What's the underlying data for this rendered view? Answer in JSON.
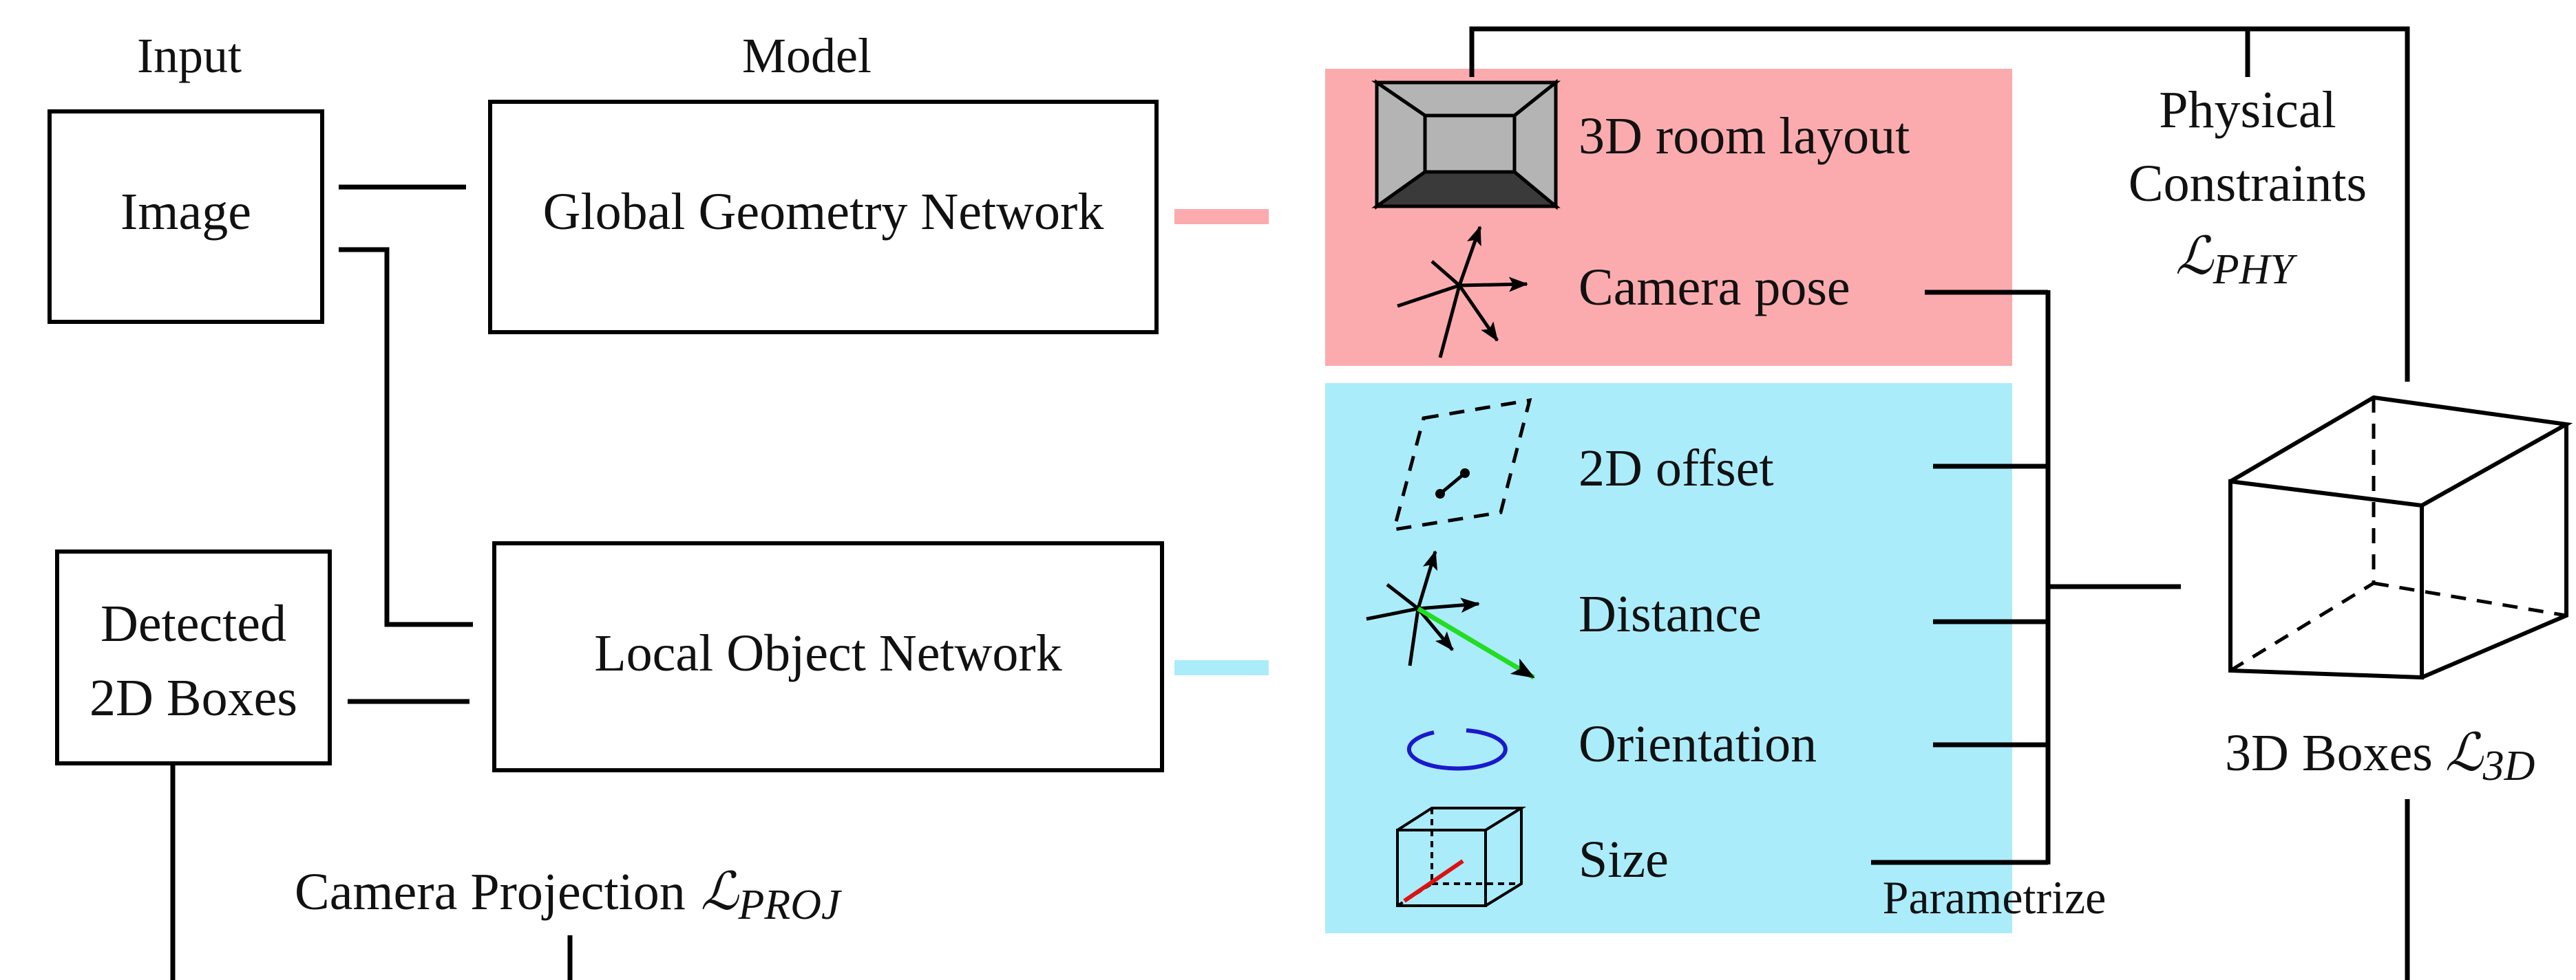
{
  "headers": {
    "input": "Input",
    "model": "Model"
  },
  "inputs": {
    "image": "Image",
    "detected_line1": "Detected",
    "detected_line2": "2D Boxes"
  },
  "networks": {
    "global": "Global Geometry Network",
    "local": "Local Object Network"
  },
  "outputs": {
    "global": [
      "3D room layout",
      "Camera pose"
    ],
    "local": [
      "2D offset",
      "Distance",
      "Orientation",
      "Size"
    ]
  },
  "parametrize": "Parametrize",
  "losses": {
    "physical_line1": "Physical",
    "physical_line2": "Constraints",
    "physical_symbol": "ℒ",
    "physical_sub": "PHY",
    "boxes_label": "3D Boxes",
    "boxes_symbol": "ℒ",
    "boxes_sub": "3D",
    "projection_label": "Camera Projection",
    "projection_symbol": "ℒ",
    "projection_sub": "PROJ"
  },
  "colors": {
    "global_fill": "#fbabae",
    "local_fill": "#abecfb",
    "room_light": "#b4b4b4",
    "room_dark": "#3a3a3a",
    "distance_arrow": "#22dd22",
    "orientation": "#1a1acc",
    "size_diagonal": "#dd1111"
  },
  "icons": [
    "room-layout-icon",
    "camera-pose-icon",
    "offset-icon",
    "distance-icon",
    "orientation-icon",
    "size-cube-icon",
    "3d-box-icon"
  ]
}
